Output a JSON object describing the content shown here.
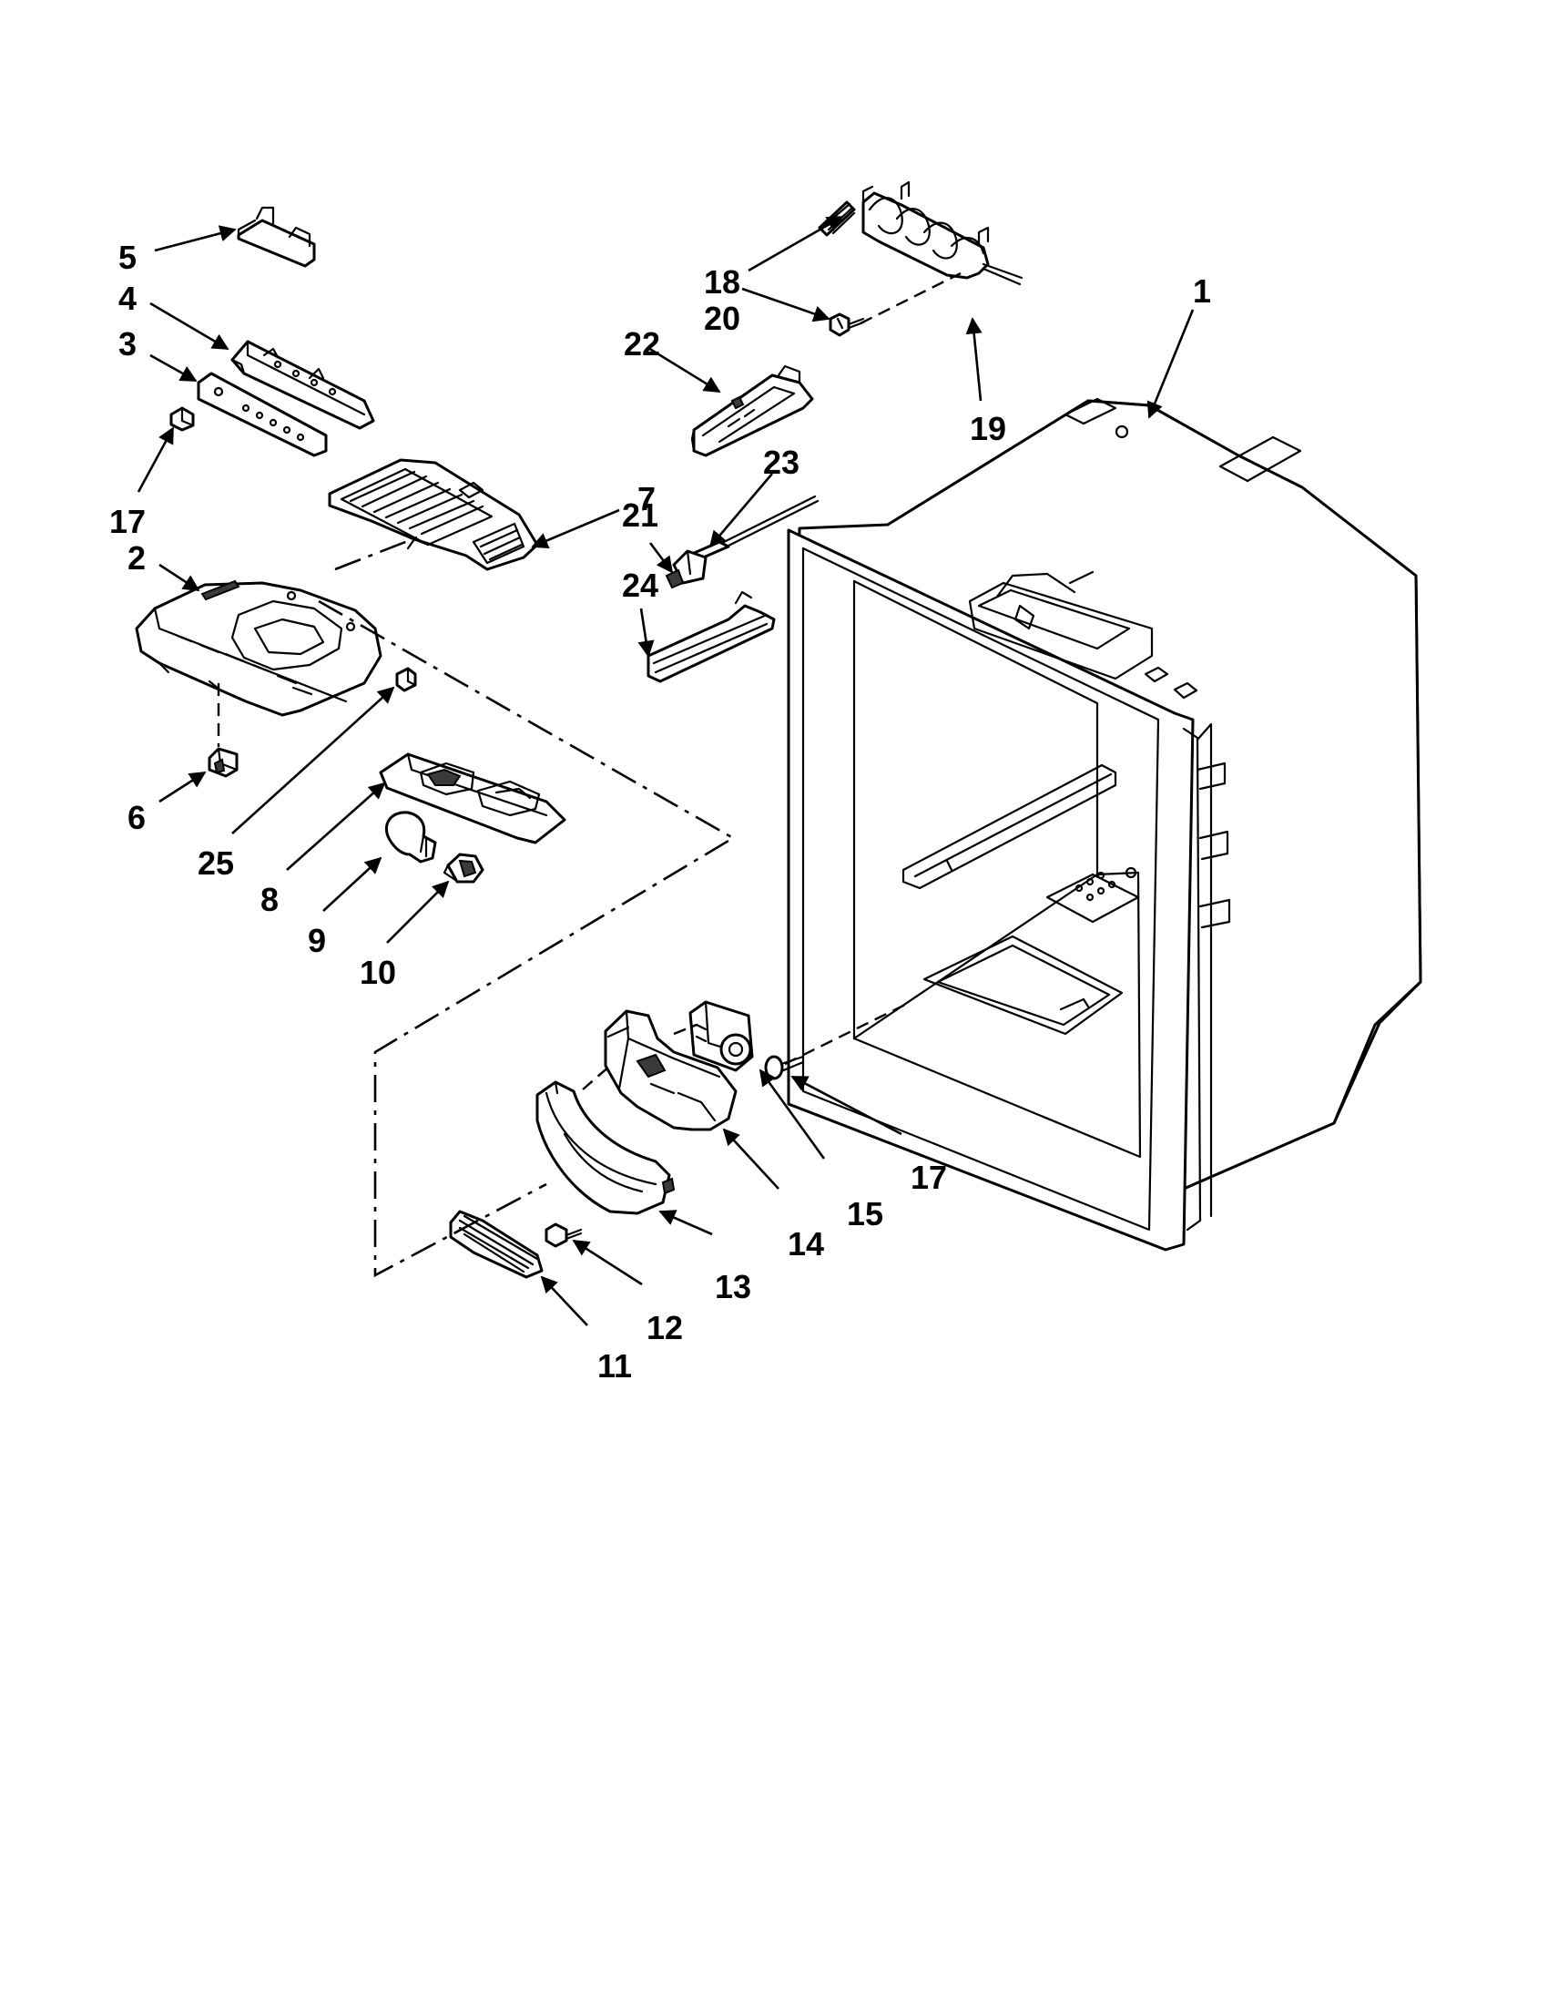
{
  "diagram": {
    "callouts": [
      {
        "id": "c5",
        "text": "5"
      },
      {
        "id": "c4",
        "text": "4"
      },
      {
        "id": "c3",
        "text": "3"
      },
      {
        "id": "c17a",
        "text": "17"
      },
      {
        "id": "c2",
        "text": "2"
      },
      {
        "id": "c6",
        "text": "6"
      },
      {
        "id": "c25",
        "text": "25"
      },
      {
        "id": "c8",
        "text": "8"
      },
      {
        "id": "c9",
        "text": "9"
      },
      {
        "id": "c10",
        "text": "10"
      },
      {
        "id": "c7",
        "text": "7"
      },
      {
        "id": "c18",
        "text": "18"
      },
      {
        "id": "c20",
        "text": "20"
      },
      {
        "id": "c22",
        "text": "22"
      },
      {
        "id": "c19",
        "text": "19"
      },
      {
        "id": "c1",
        "text": "1"
      },
      {
        "id": "c23",
        "text": "23"
      },
      {
        "id": "c21",
        "text": "21"
      },
      {
        "id": "c24",
        "text": "24"
      },
      {
        "id": "c15",
        "text": "15"
      },
      {
        "id": "c17b",
        "text": "17"
      },
      {
        "id": "c14",
        "text": "14"
      },
      {
        "id": "c13",
        "text": "13"
      },
      {
        "id": "c12",
        "text": "12"
      },
      {
        "id": "c11",
        "text": "11"
      }
    ]
  }
}
